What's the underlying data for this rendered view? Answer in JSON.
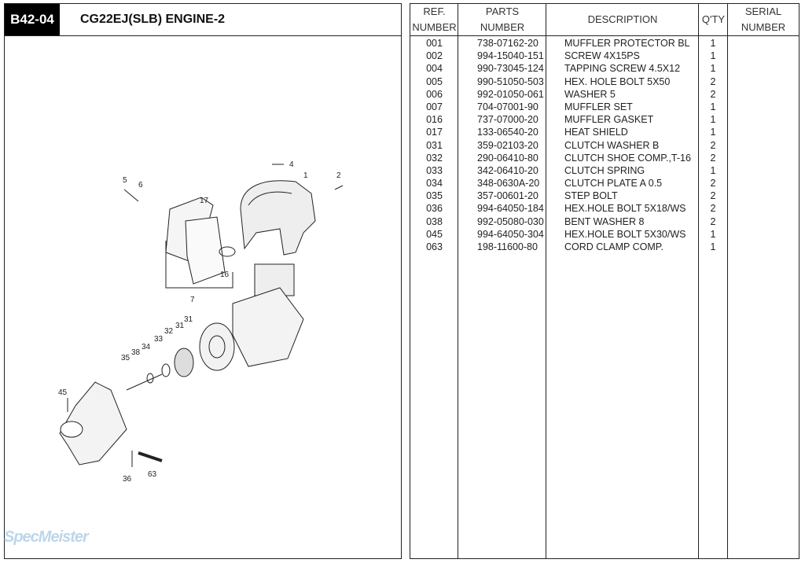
{
  "header": {
    "code": "B42-04",
    "title": "CG22EJ(SLB) ENGINE-2"
  },
  "diagram": {
    "callouts": [
      "1",
      "2",
      "4",
      "5",
      "6",
      "17",
      "16",
      "7",
      "31",
      "31",
      "32",
      "33",
      "34",
      "38",
      "35",
      "45",
      "36",
      "63"
    ]
  },
  "table": {
    "headers": {
      "ref": [
        "REF.",
        "NUMBER"
      ],
      "parts": [
        "PARTS",
        "NUMBER"
      ],
      "description": "DESCRIPTION",
      "qty": "Q'TY",
      "serial": [
        "SERIAL",
        "NUMBER"
      ]
    },
    "rows": [
      {
        "ref": "001",
        "part": "738-07162-20",
        "desc": "MUFFLER PROTECTOR BL",
        "qty": "1"
      },
      {
        "ref": "002",
        "part": "994-15040-151",
        "desc": "SCREW 4X15PS",
        "qty": "1"
      },
      {
        "ref": "004",
        "part": "990-73045-124",
        "desc": "TAPPING SCREW 4.5X12",
        "qty": "1"
      },
      {
        "ref": "005",
        "part": "990-51050-503",
        "desc": "HEX. HOLE BOLT 5X50",
        "qty": "2"
      },
      {
        "ref": "006",
        "part": "992-01050-061",
        "desc": "WASHER 5",
        "qty": "2"
      },
      {
        "ref": "007",
        "part": "704-07001-90",
        "desc": "MUFFLER SET",
        "qty": "1"
      },
      {
        "ref": "016",
        "part": "737-07000-20",
        "desc": "MUFFLER GASKET",
        "qty": "1"
      },
      {
        "ref": "017",
        "part": "133-06540-20",
        "desc": "HEAT SHIELD",
        "qty": "1"
      },
      {
        "ref": "031",
        "part": "359-02103-20",
        "desc": "CLUTCH WASHER B",
        "qty": "2"
      },
      {
        "ref": "032",
        "part": "290-06410-80",
        "desc": "CLUTCH SHOE COMP.,T-16",
        "qty": "2"
      },
      {
        "ref": "033",
        "part": "342-06410-20",
        "desc": "CLUTCH SPRING",
        "qty": "1"
      },
      {
        "ref": "034",
        "part": "348-0630A-20",
        "desc": "CLUTCH PLATE A 0.5",
        "qty": "2"
      },
      {
        "ref": "035",
        "part": "357-00601-20",
        "desc": "STEP BOLT",
        "qty": "2"
      },
      {
        "ref": "036",
        "part": "994-64050-184",
        "desc": "HEX.HOLE BOLT 5X18/WS",
        "qty": "2"
      },
      {
        "ref": "038",
        "part": "992-05080-030",
        "desc": "BENT WASHER 8",
        "qty": "2"
      },
      {
        "ref": "045",
        "part": "994-64050-304",
        "desc": "HEX.HOLE BOLT 5X30/WS",
        "qty": "1"
      },
      {
        "ref": "063",
        "part": "198-11600-80",
        "desc": "CORD CLAMP COMP.",
        "qty": "1"
      }
    ]
  },
  "watermark": "SpecMeister"
}
